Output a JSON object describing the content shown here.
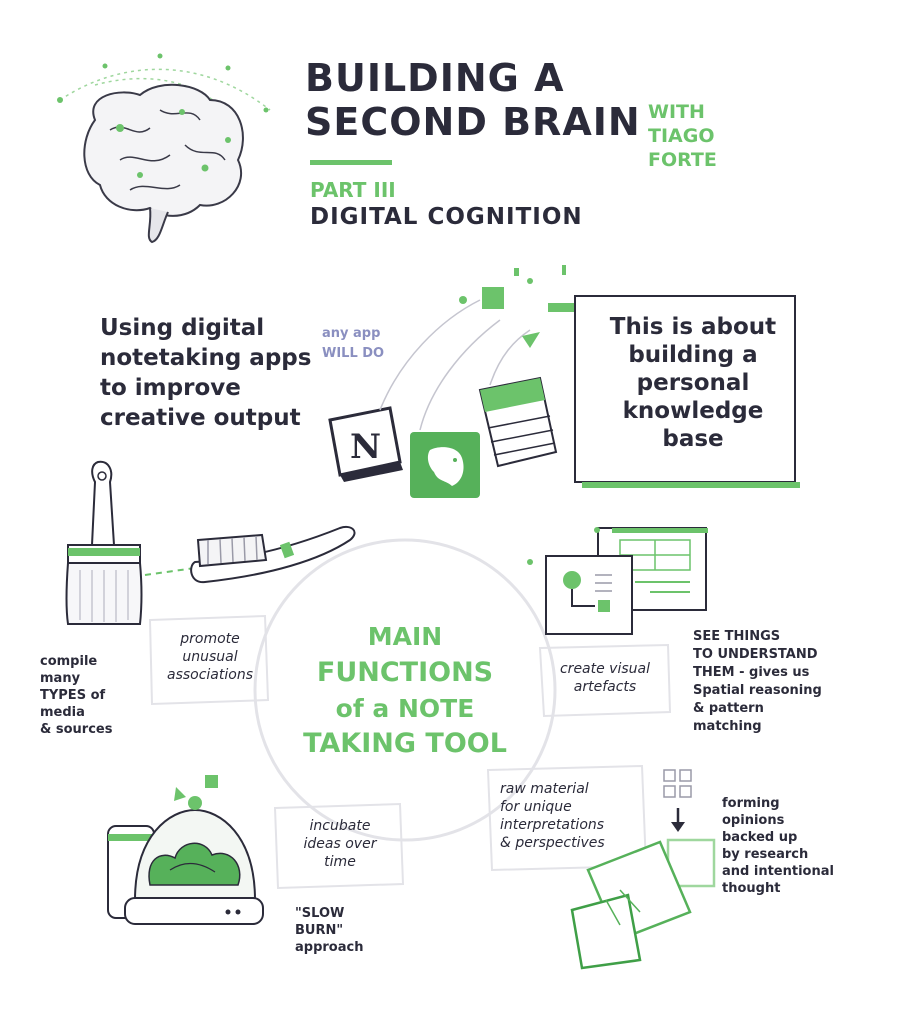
{
  "title": {
    "line1": "BUILDING A",
    "line2": "SECOND BRAIN"
  },
  "author": {
    "line1": "WITH",
    "line2": "TIAGO",
    "line3": "FORTE"
  },
  "part": "PART III",
  "subtitle": "DIGITAL COGNITION",
  "using_text": {
    "line1": "Using digital",
    "line2": "notetaking apps",
    "line3": "to improve",
    "line4": "creative output"
  },
  "any_app": {
    "line1": "any app",
    "line2": "WILL DO"
  },
  "about_text": {
    "line1": "This is about",
    "line2": "building a",
    "line3": "personal",
    "line4": "knowledge",
    "line5": "base"
  },
  "notion_letter": "N",
  "center": {
    "line1": "MAIN",
    "line2": "FUNCTIONS",
    "line3": "of a NOTE",
    "line4": "TAKING TOOL"
  },
  "functions": {
    "promote": {
      "line1": "promote",
      "line2": "unusual",
      "line3": "associations"
    },
    "create": {
      "line1": "create visual",
      "line2": "artefacts"
    },
    "raw": {
      "line1": "raw material",
      "line2": "for unique",
      "line3": "interpretations",
      "line4": "& perspectives"
    },
    "incubate": {
      "line1": "incubate",
      "line2": "ideas over",
      "line3": "time"
    }
  },
  "notes": {
    "compile": {
      "line1": "compile",
      "line2": "many",
      "line3": "TYPES of",
      "line4": "media",
      "line5": "& sources"
    },
    "see": {
      "line1": "SEE THINGS",
      "line2": "TO UNDERSTAND",
      "line3": "THEM - gives us",
      "line4": "Spatial reasoning",
      "line5": "& pattern",
      "line6": "matching"
    },
    "slow": {
      "line1": "\"SLOW",
      "line2": "BURN\"",
      "line3": "approach"
    },
    "forming": {
      "line1": "forming",
      "line2": "opinions",
      "line3": "backed up",
      "line4": "by research",
      "line5": "and intentional",
      "line6": "thought"
    }
  },
  "colors": {
    "accent_green": "#6cc36b",
    "ink": "#2b2b3a",
    "app_text": "#8a8fc0"
  }
}
